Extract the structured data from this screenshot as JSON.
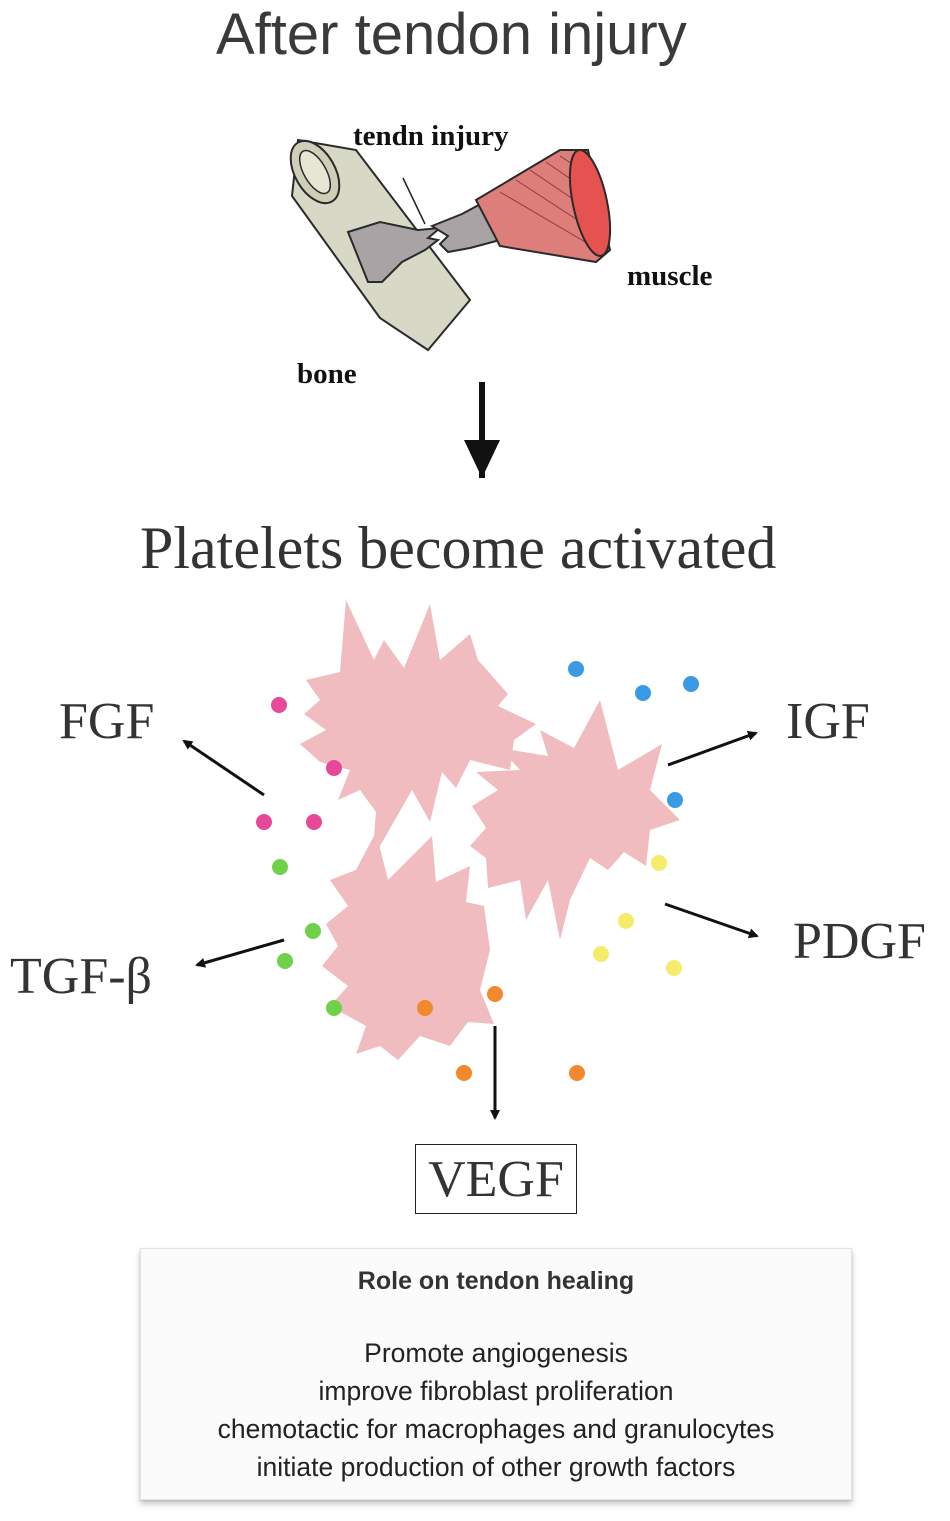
{
  "title": "After tendon injury",
  "anatomy": {
    "injury_label": "tendn injury",
    "muscle_label": "muscle",
    "bone_label": "bone"
  },
  "step_title": "Platelets become activated",
  "growth_factors": {
    "fgf": "FGF",
    "igf": "IGF",
    "tgf": "TGF-β",
    "pdgf": "PDGF",
    "vegf": "VEGF"
  },
  "dot_colors": {
    "fgf": "#e8489a",
    "igf": "#3a9ae6",
    "tgf": "#6fd04a",
    "pdgf": "#f5ec6a",
    "vegf": "#f08a2c"
  },
  "platelet_color": "#f1bcc0",
  "role": {
    "title": "Role on tendon healing",
    "lines": [
      "Promote angiogenesis",
      "improve fibroblast proliferation",
      "chemotactic for macrophages and granulocytes",
      "initiate production of other growth factors"
    ]
  }
}
